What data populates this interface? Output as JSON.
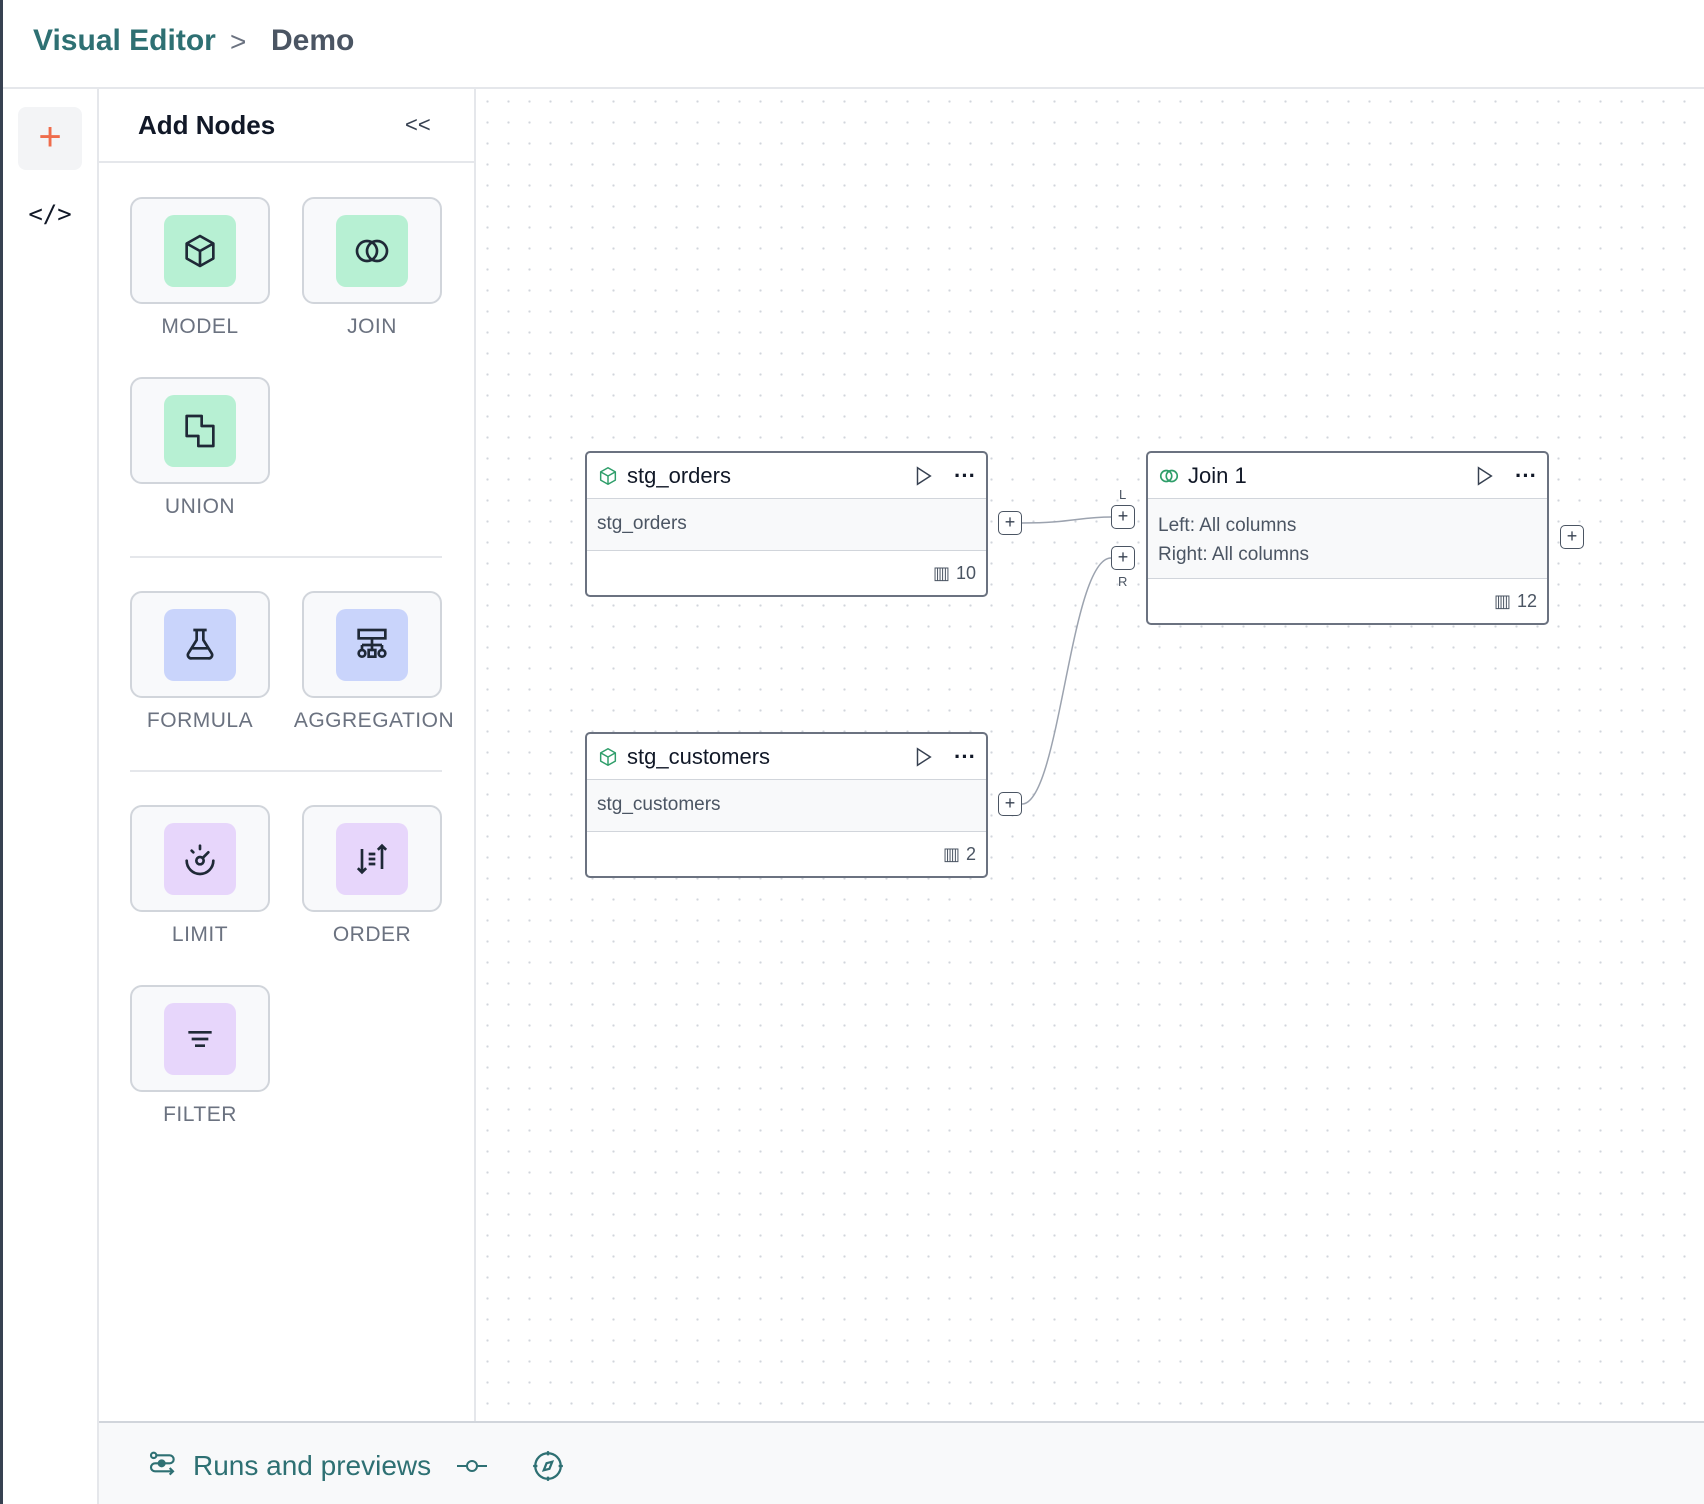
{
  "breadcrumb": {
    "root": "Visual Editor",
    "separator": ">",
    "current": "Demo"
  },
  "rail": {
    "add_icon": "plus-icon",
    "code_icon": "code-icon",
    "code_label": "</>"
  },
  "panel": {
    "title": "Add Nodes",
    "collapse_label": "<<",
    "nodes": [
      {
        "label": "MODEL",
        "icon": "cube-icon",
        "color": "#b7f0d3"
      },
      {
        "label": "JOIN",
        "icon": "join-icon",
        "color": "#b7f0d3"
      },
      {
        "label": "UNION",
        "icon": "union-icon",
        "color": "#b7f0d3"
      },
      {
        "label": "FORMULA",
        "icon": "flask-icon",
        "color": "#c9d4fb"
      },
      {
        "label": "AGGREGATION",
        "icon": "hierarchy-icon",
        "color": "#c9d4fb"
      },
      {
        "label": "LIMIT",
        "icon": "limit-icon",
        "color": "#e7d6fb"
      },
      {
        "label": "ORDER",
        "icon": "sort-icon",
        "color": "#e7d6fb"
      },
      {
        "label": "FILTER",
        "icon": "filter-icon",
        "color": "#e7d6fb"
      }
    ]
  },
  "canvas": {
    "nodes": [
      {
        "title": "stg_orders",
        "body": [
          "stg_orders"
        ],
        "columns": "10"
      },
      {
        "title": "stg_customers",
        "body": [
          "stg_customers"
        ],
        "columns": "2"
      },
      {
        "title": "Join 1",
        "body": [
          "Left: All columns",
          "Right: All columns"
        ],
        "columns": "12"
      }
    ],
    "handle_labels": {
      "left": "L",
      "right": "R"
    },
    "handle_symbol": "+"
  },
  "bottom": {
    "runs_label": "Runs and previews"
  },
  "colors": {
    "brand": "#2e7073",
    "accent": "#ef6c4c",
    "node_icon": "#2f9e6a"
  }
}
